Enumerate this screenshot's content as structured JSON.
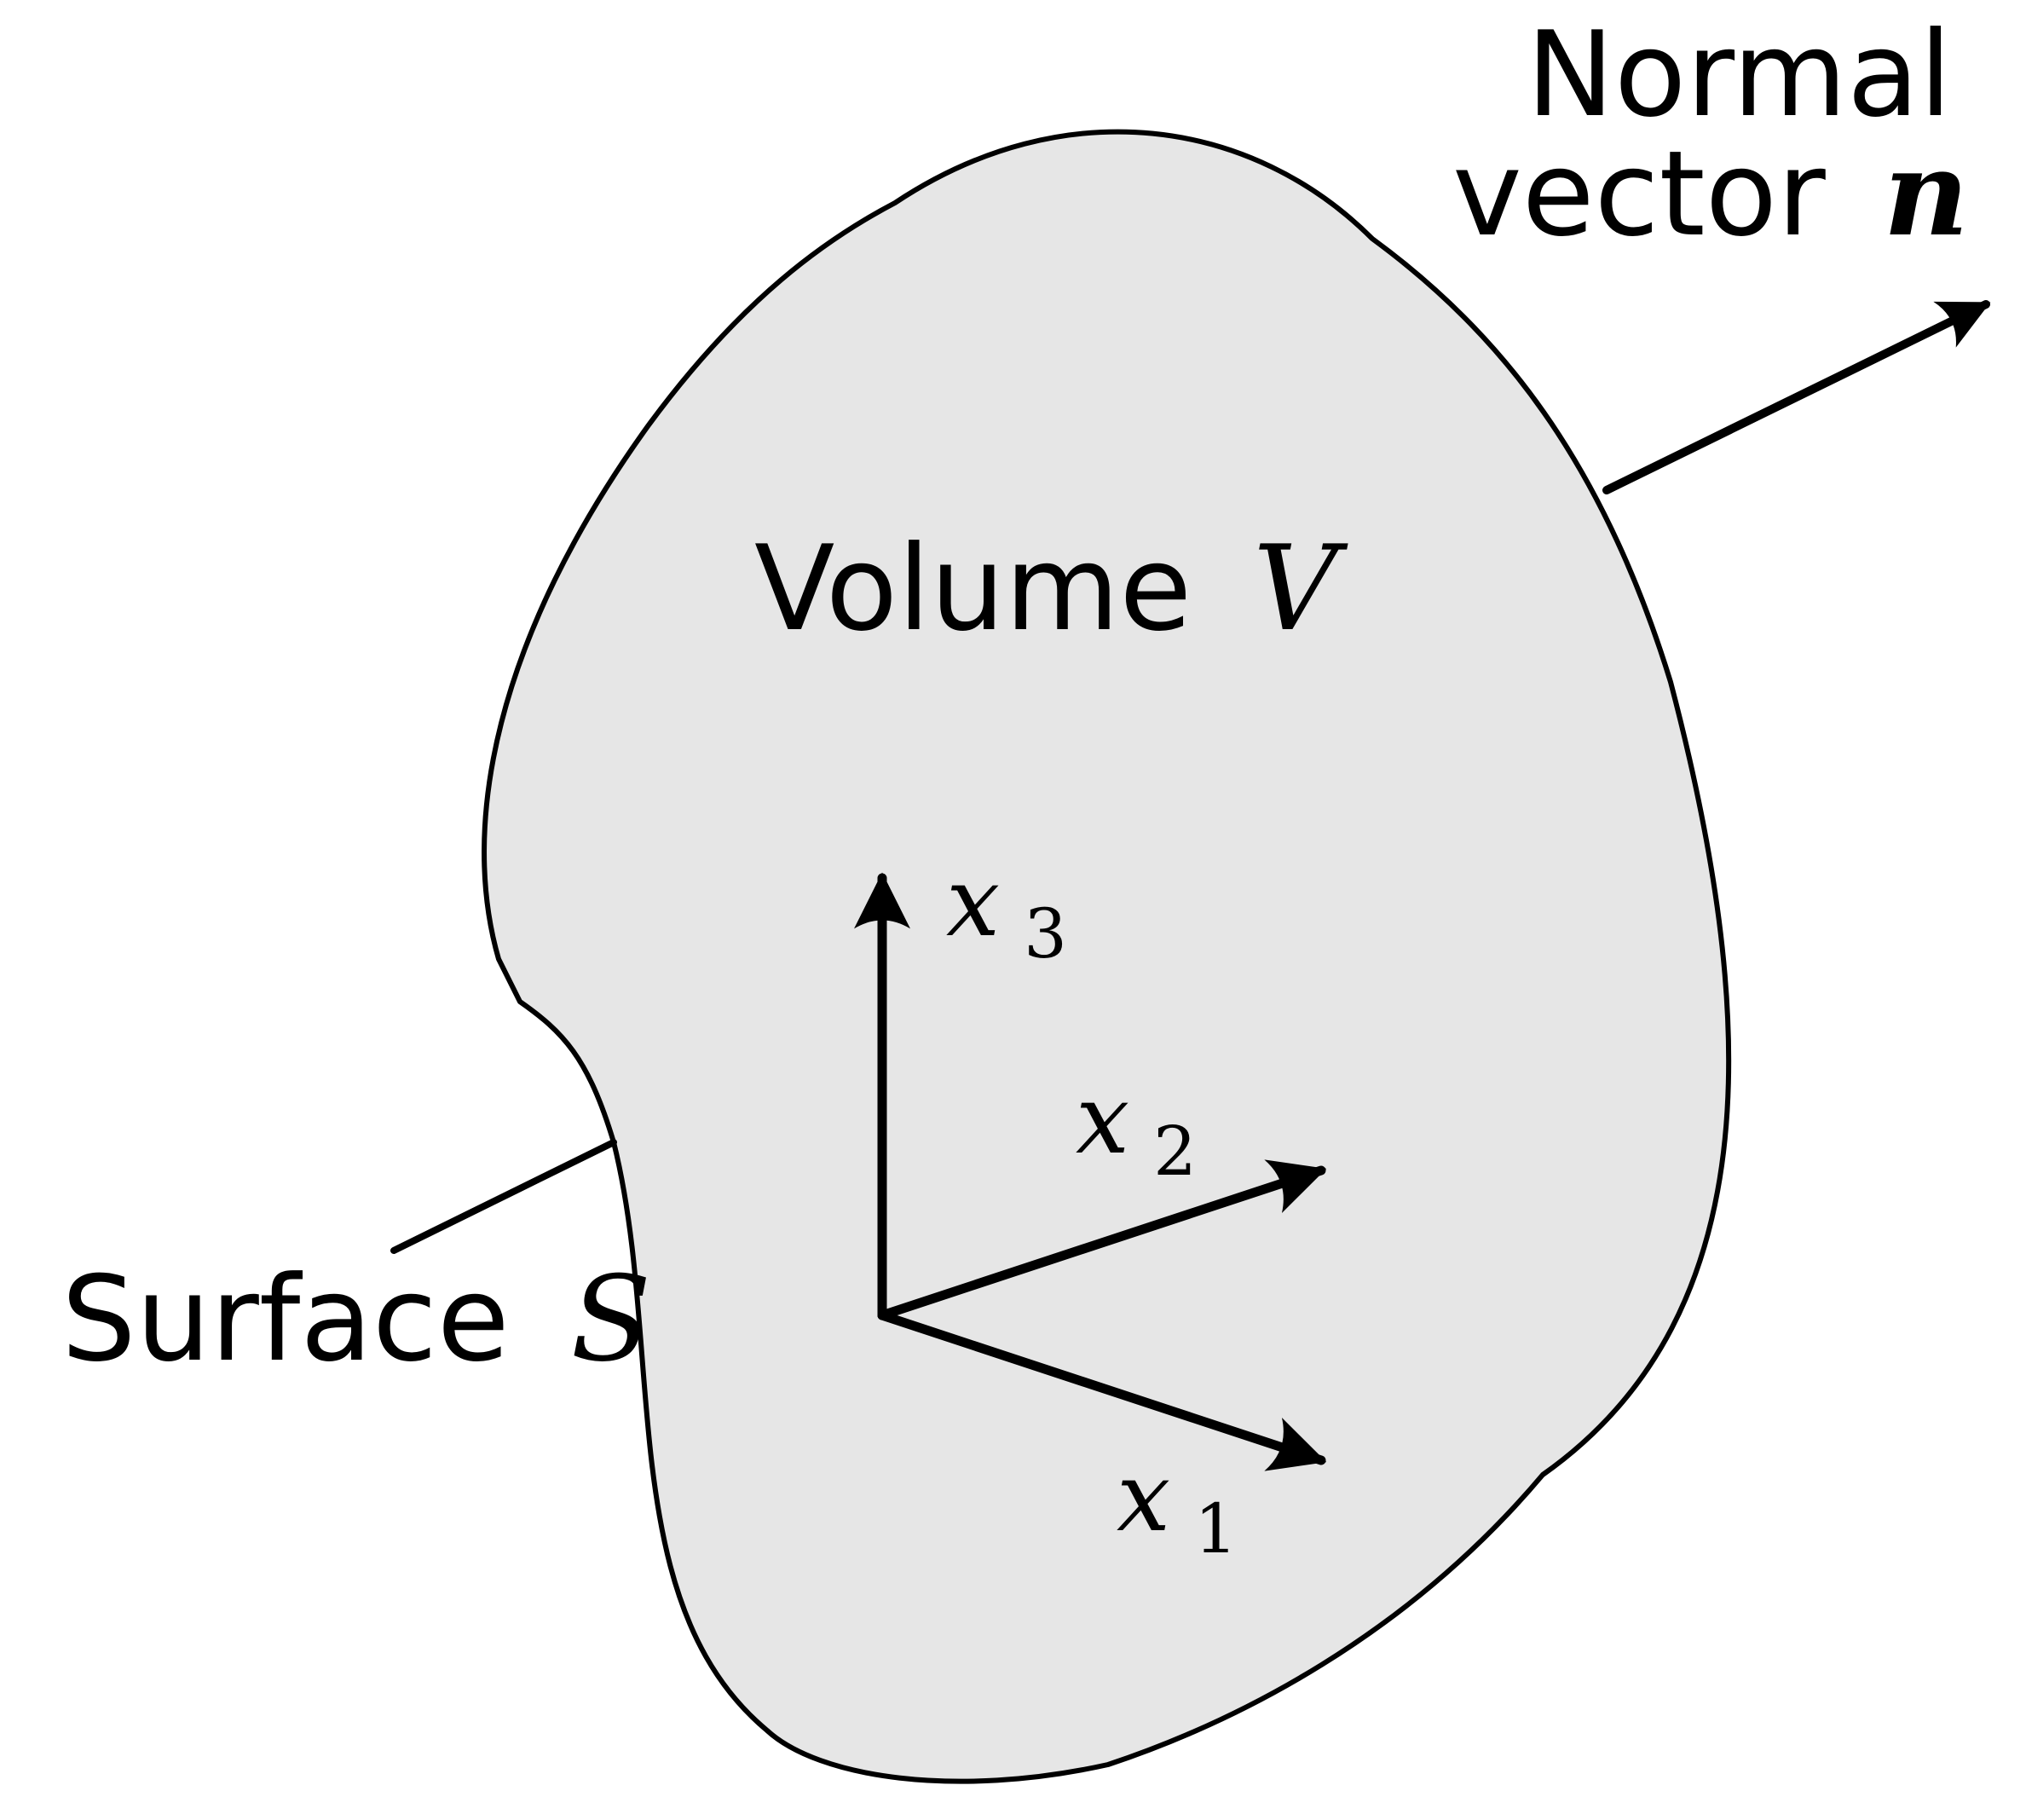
{
  "labels": {
    "normal_line1": "Normal",
    "normal_line2": "vector",
    "normal_symbol": "n",
    "volume_word": "Volume",
    "volume_symbol": "V",
    "surface_word": "Surface",
    "surface_symbol": "S",
    "axis_x1_var": "x",
    "axis_x1_sub": "1",
    "axis_x2_var": "x",
    "axis_x2_sub": "2",
    "axis_x3_var": "x",
    "axis_x3_sub": "3"
  },
  "colors": {
    "body_fill": "#e6e6e6",
    "stroke": "#000000",
    "background": "#ffffff"
  }
}
